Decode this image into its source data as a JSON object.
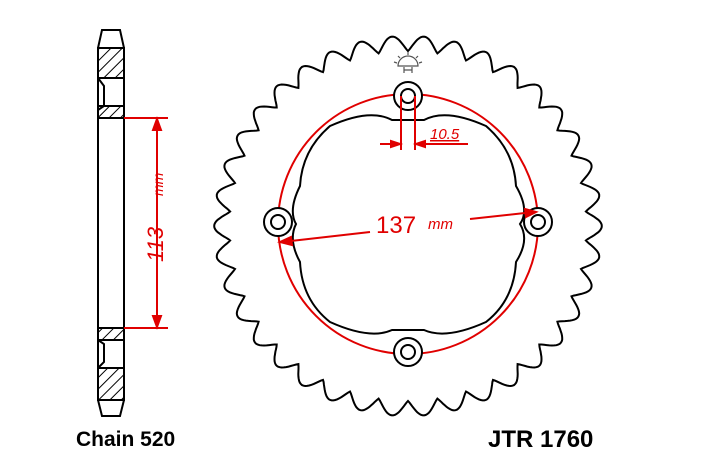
{
  "chain_label": "Chain 520",
  "part_number": "JTR 1760",
  "dimensions": {
    "center_height": "113",
    "center_height_unit": "mm",
    "bolt_circle": "137",
    "bolt_circle_unit": "mm",
    "hole_diameter": "10.5"
  },
  "sprocket": {
    "teeth": 38,
    "bolt_holes": 4
  },
  "colors": {
    "outline": "#000000",
    "dimension": "#e00000"
  }
}
